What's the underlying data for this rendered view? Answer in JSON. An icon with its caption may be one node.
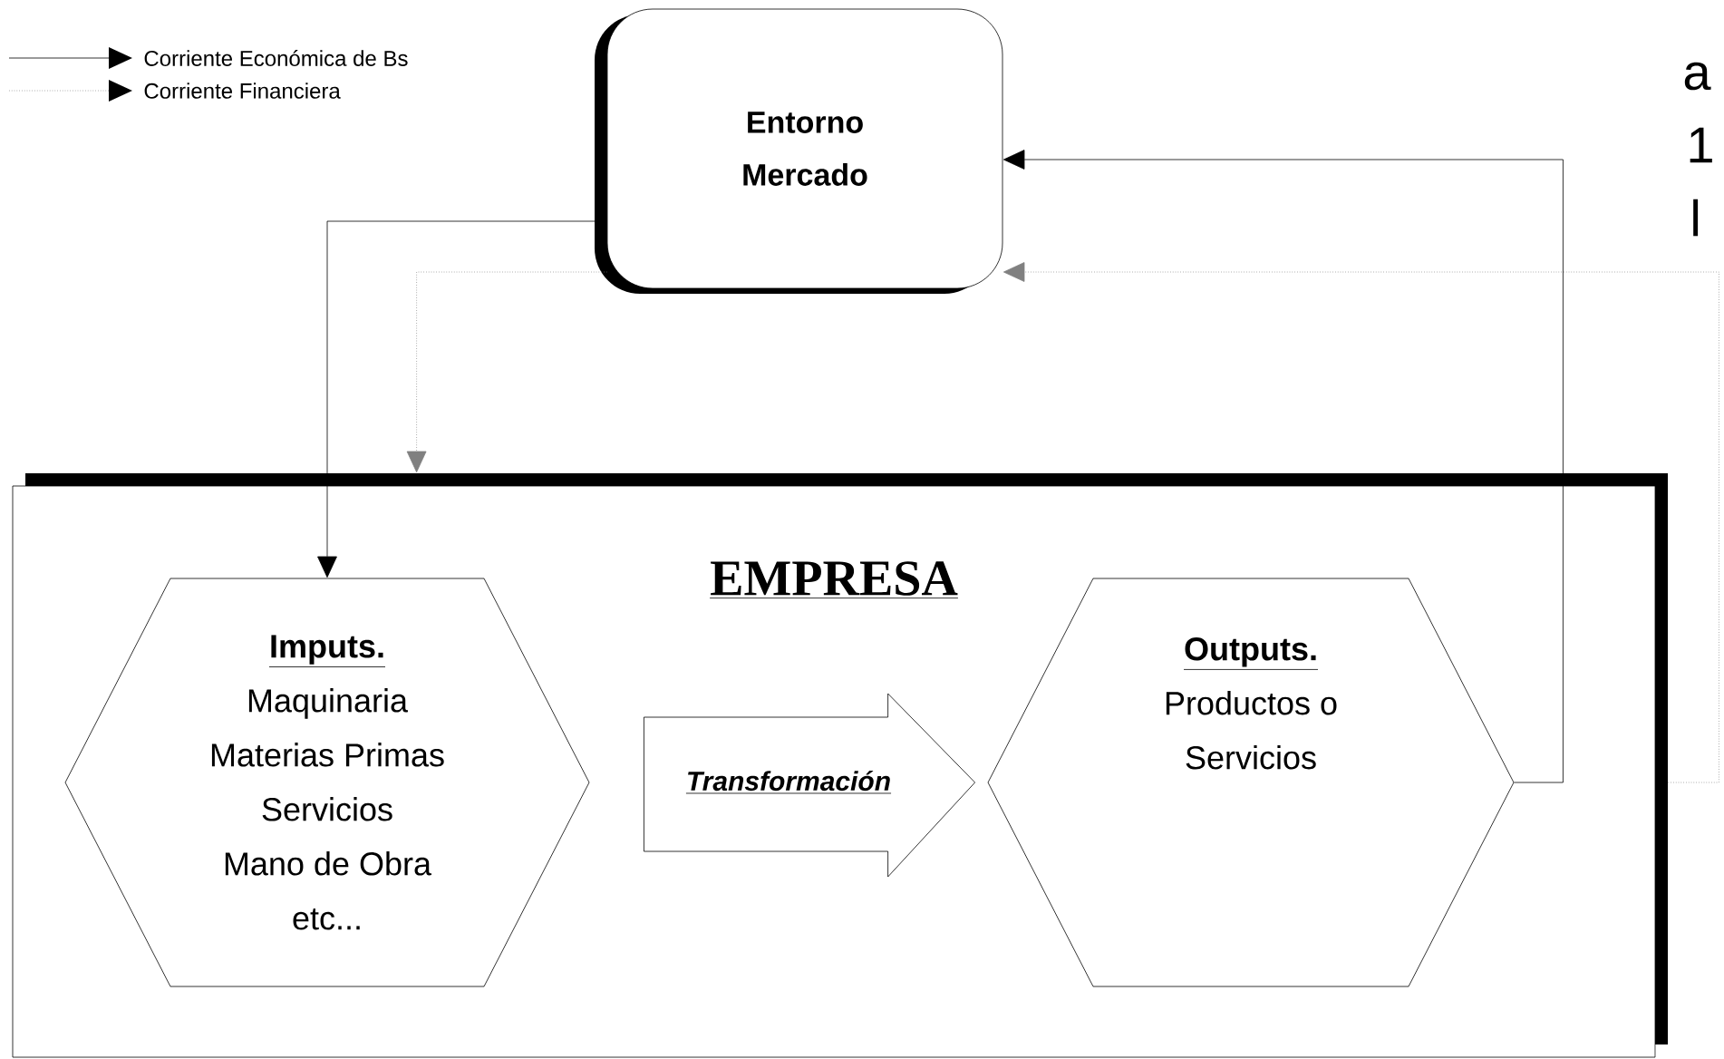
{
  "diagram": {
    "nodes": [
      {
        "text": [
          "Entorno Mercado"
        ]
      },
      {
        "text": [
          "EMPRESA"
        ]
      },
      {
        "text": [
          "Imputs.",
          "Maquinaria",
          "Materias Primas",
          "Servicios",
          "Mano de Obra",
          "etc..."
        ],
        "in": 1
      },
      {
        "text": [
          "Outputs.",
          "Productos o Servicios"
        ],
        "in": 1
      }
    ],
    "edges": [
      {
        "from": 0,
        "to": 2,
        "arrow": "to"
      },
      {
        "from": 0,
        "to": 1,
        "arrow": "to",
        "style": "dashed",
        "color": "#808080"
      },
      {
        "from": 3,
        "to": 0,
        "arrow": "to"
      },
      {
        "from": 1,
        "to": 0,
        "arrow": "to",
        "style": "dashed",
        "color": "#808080"
      },
      {
        "from": 2,
        "to": 3,
        "arrow": "to",
        "label": "Transformación"
      }
    ],
    "labels": [
      "a",
      "1",
      "l"
    ],
    "legend": [
      {
        "text": "Corriente Económica de Bs"
      },
      {
        "text": "Corriente Financiera"
      }
    ]
  }
}
